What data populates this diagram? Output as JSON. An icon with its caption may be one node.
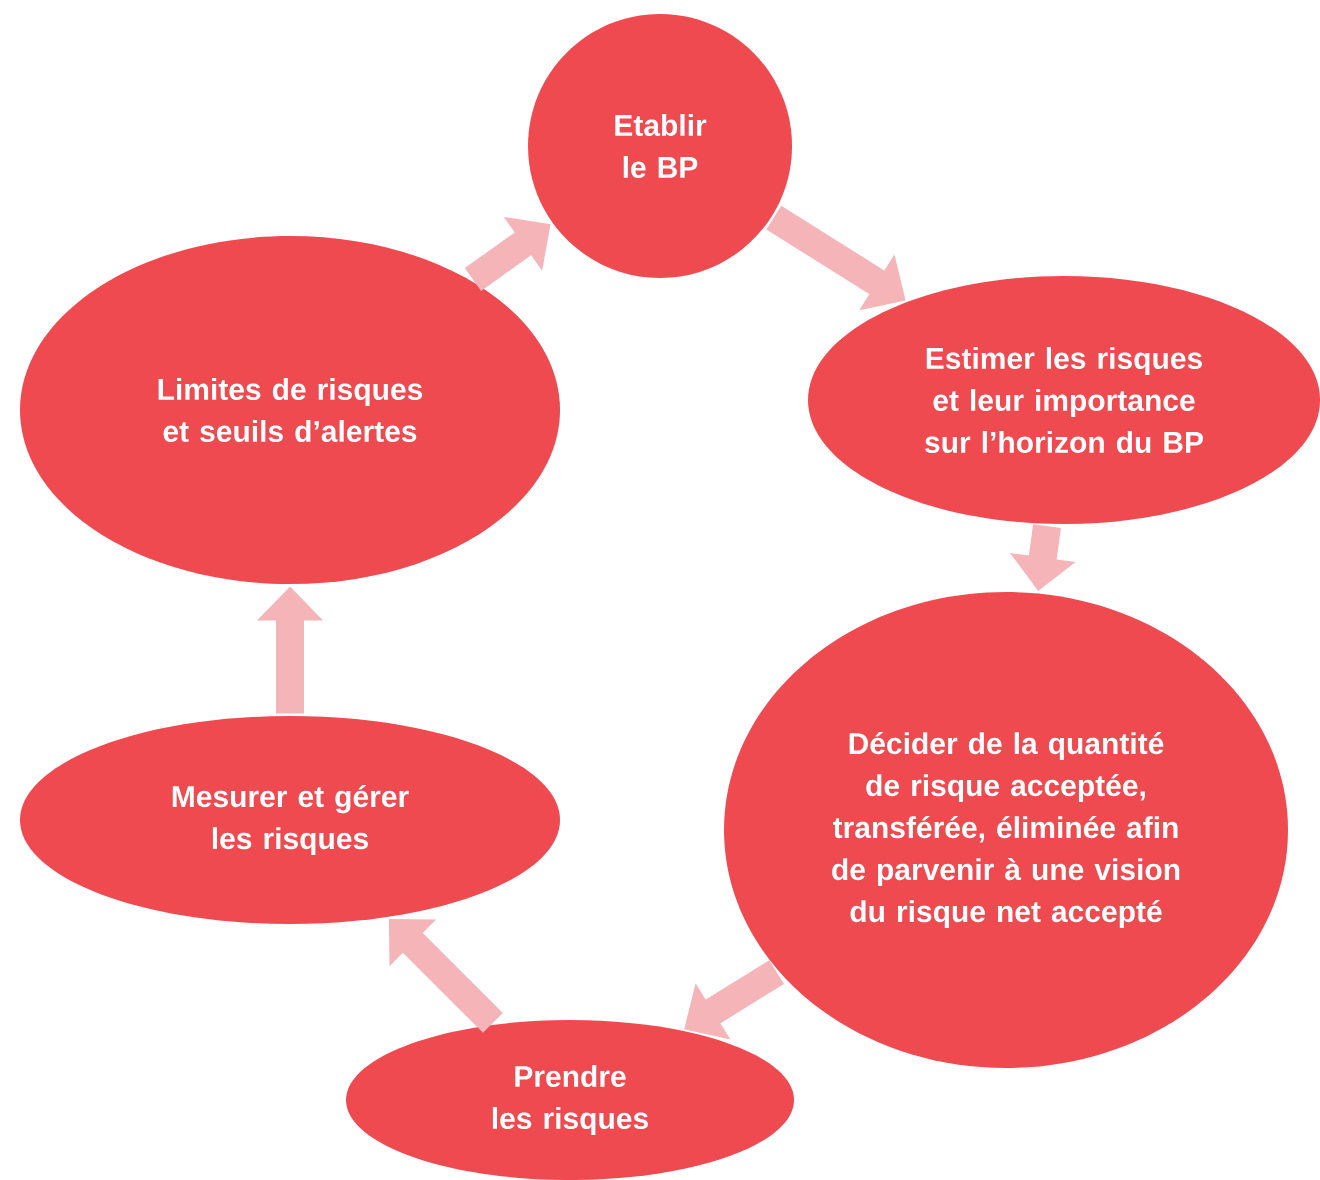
{
  "diagram": {
    "nodes": [
      {
        "text": [
          "Etablir le BP"
        ]
      },
      {
        "text": [
          "Estimer les risques et leur importance sur l’horizon du BP"
        ]
      },
      {
        "text": [
          "Décider de la quantité de risque acceptée, transférée, éliminée afin de parvenir à une vision du risque net accepté"
        ]
      },
      {
        "text": [
          "Prendre les risques"
        ]
      },
      {
        "text": [
          "Mesurer et gérer les risques"
        ]
      },
      {
        "text": [
          "Limites de risques et seuils d’alertes"
        ]
      }
    ],
    "edges": [
      {
        "from": 0,
        "to": 1,
        "arrow": "to"
      },
      {
        "from": 1,
        "to": 2,
        "arrow": "to"
      },
      {
        "from": 2,
        "to": 3,
        "arrow": "to"
      },
      {
        "from": 3,
        "to": 4,
        "arrow": "to"
      },
      {
        "from": 4,
        "to": 5,
        "arrow": "to"
      },
      {
        "from": 5,
        "to": 0,
        "arrow": "to"
      }
    ]
  }
}
